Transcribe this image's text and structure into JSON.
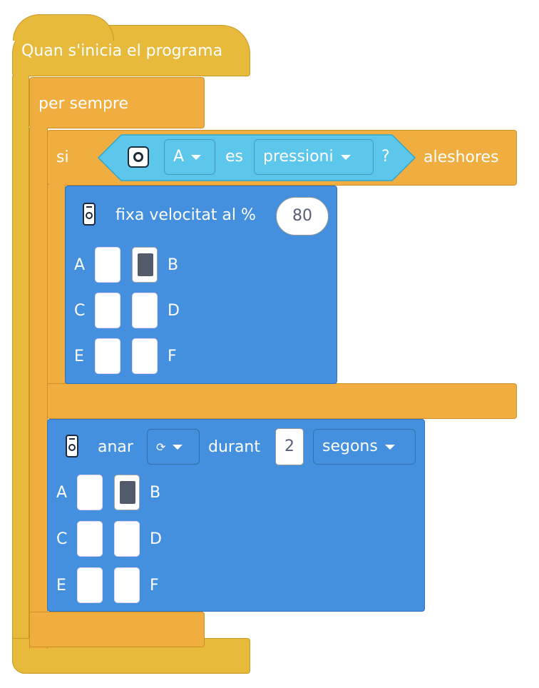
{
  "blocks": {
    "start": {
      "label": "Quan s'inicia el programa"
    },
    "forever": {
      "label": "per sempre"
    },
    "if_block": {
      "if_label": "si",
      "then_label": "aleshores",
      "sensor": {
        "port": "A",
        "verb": "es",
        "state": "pressioni",
        "question": "?"
      }
    },
    "set_speed": {
      "label": "fixa velocitat al %",
      "value": "80"
    },
    "run_for": {
      "label": "anar",
      "direction": "⟳",
      "during": "durant",
      "amount": "2",
      "unit": "segons"
    },
    "ports": [
      "A",
      "B",
      "C",
      "D",
      "E",
      "F"
    ]
  },
  "colors": {
    "events": "#E8BA3C",
    "control": "#F0AD40",
    "motors": "#4490DE",
    "sensors": "#5CC6EB"
  }
}
